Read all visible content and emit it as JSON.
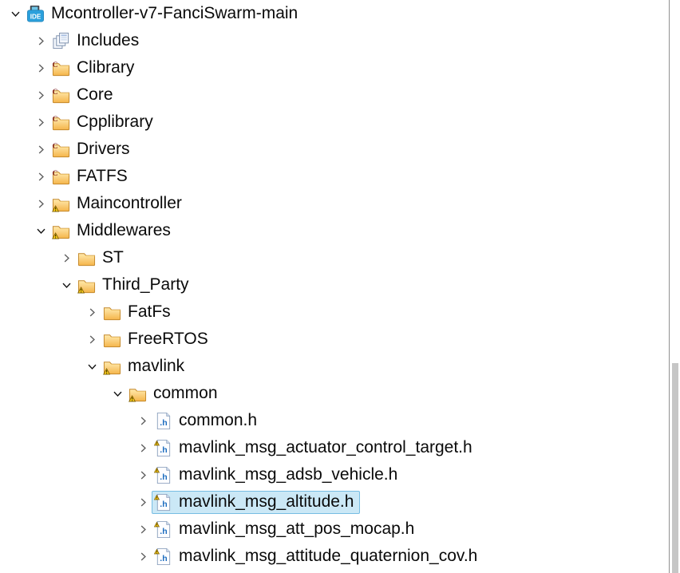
{
  "app": {
    "view": "Project Explorer tree"
  },
  "colors": {
    "selection_bg": "#cbe8f6",
    "selection_border": "#77bde3",
    "folder_yellow": "#f5b54a",
    "warning_yellow": "#ffd21e",
    "header_blue": "#1d6dbf",
    "project_blue": "#2ba0dc",
    "text": "#0a0a0a"
  },
  "scrollbar": {
    "orientation": "vertical",
    "thumb_top_pct": 63.4,
    "thumb_height_pct": 36.6
  },
  "tree": {
    "rows": [
      {
        "label": "Mcontroller-v7-FanciSwarm-main",
        "level": 0,
        "state": "expanded",
        "icon": "project",
        "selected": false
      },
      {
        "label": "Includes",
        "level": 1,
        "state": "collapsed",
        "icon": "includes",
        "selected": false
      },
      {
        "label": "Clibrary",
        "level": 1,
        "state": "collapsed",
        "icon": "folder-c",
        "selected": false
      },
      {
        "label": "Core",
        "level": 1,
        "state": "collapsed",
        "icon": "folder-c",
        "selected": false
      },
      {
        "label": "Cpplibrary",
        "level": 1,
        "state": "collapsed",
        "icon": "folder-c",
        "selected": false
      },
      {
        "label": "Drivers",
        "level": 1,
        "state": "collapsed",
        "icon": "folder-c",
        "selected": false
      },
      {
        "label": "FATFS",
        "level": 1,
        "state": "collapsed",
        "icon": "folder-c",
        "selected": false
      },
      {
        "label": "Maincontroller",
        "level": 1,
        "state": "collapsed",
        "icon": "folder-warn",
        "selected": false
      },
      {
        "label": "Middlewares",
        "level": 1,
        "state": "expanded",
        "icon": "folder-warn",
        "selected": false
      },
      {
        "label": "ST",
        "level": 2,
        "state": "collapsed",
        "icon": "folder",
        "selected": false
      },
      {
        "label": "Third_Party",
        "level": 2,
        "state": "expanded",
        "icon": "folder-warn",
        "selected": false
      },
      {
        "label": "FatFs",
        "level": 3,
        "state": "collapsed",
        "icon": "folder",
        "selected": false
      },
      {
        "label": "FreeRTOS",
        "level": 3,
        "state": "collapsed",
        "icon": "folder",
        "selected": false
      },
      {
        "label": "mavlink",
        "level": 3,
        "state": "expanded",
        "icon": "folder-warn",
        "selected": false
      },
      {
        "label": "common",
        "level": 4,
        "state": "expanded",
        "icon": "folder-warn",
        "selected": false
      },
      {
        "label": "common.h",
        "level": 5,
        "state": "collapsed",
        "icon": "header",
        "selected": false
      },
      {
        "label": "mavlink_msg_actuator_control_target.h",
        "level": 5,
        "state": "collapsed",
        "icon": "header-warn",
        "selected": false
      },
      {
        "label": "mavlink_msg_adsb_vehicle.h",
        "level": 5,
        "state": "collapsed",
        "icon": "header-warn",
        "selected": false
      },
      {
        "label": "mavlink_msg_altitude.h",
        "level": 5,
        "state": "collapsed",
        "icon": "header-warn",
        "selected": true
      },
      {
        "label": "mavlink_msg_att_pos_mocap.h",
        "level": 5,
        "state": "collapsed",
        "icon": "header-warn",
        "selected": false
      },
      {
        "label": "mavlink_msg_attitude_quaternion_cov.h",
        "level": 5,
        "state": "collapsed",
        "icon": "header-warn",
        "selected": false
      }
    ]
  }
}
